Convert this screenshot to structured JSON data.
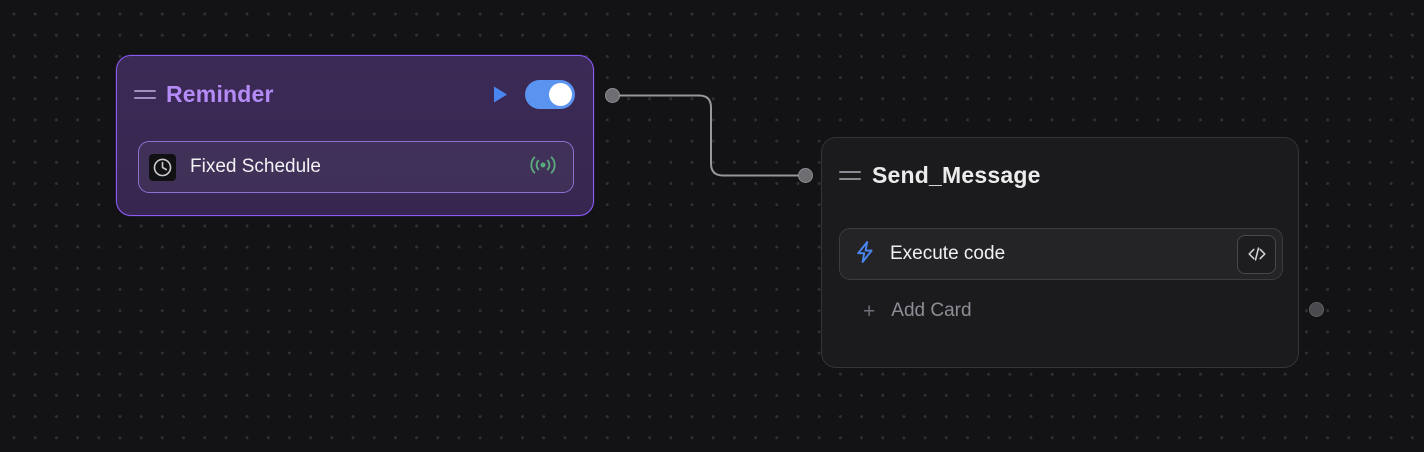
{
  "canvas": {
    "background_color": "#131316",
    "grid_dot_color": "#303035"
  },
  "nodes": [
    {
      "id": "reminder",
      "title": "Reminder",
      "accent_color": "#8b5cf6",
      "title_color": "#b58cf7",
      "drag_handle_icon": "drag-handle-icon",
      "run_icon": "play-icon",
      "toggle": {
        "state": "on",
        "color": "#5b94f0"
      },
      "cards": [
        {
          "label": "Fixed Schedule",
          "leading_icon": "clock-icon",
          "trailing_icon": "broadcast-signal-icon",
          "trailing_icon_color": "#5aa87e"
        }
      ]
    },
    {
      "id": "send_message",
      "title": "Send_Message",
      "accent_color": "#333338",
      "title_color": "#ececed",
      "drag_handle_icon": "drag-handle-icon",
      "cards": [
        {
          "label": "Execute code",
          "leading_icon": "lightning-bolt-icon",
          "leading_icon_color": "#4a86f0",
          "trailing_icon": "code-brackets-icon"
        }
      ],
      "add_card": {
        "label": "Add Card",
        "icon": "plus-icon"
      }
    }
  ],
  "ports": [
    {
      "name": "reminder-output-port",
      "state": "connected"
    },
    {
      "name": "send-message-input-port",
      "state": "connected"
    },
    {
      "name": "send-message-output-port",
      "state": "unconnected"
    }
  ],
  "edges": [
    {
      "name": "reminder-to-send-message",
      "from": "reminder-output-port",
      "to": "send-message-input-port",
      "color": "#97979c",
      "style": "orthogonal-rounded"
    }
  ]
}
